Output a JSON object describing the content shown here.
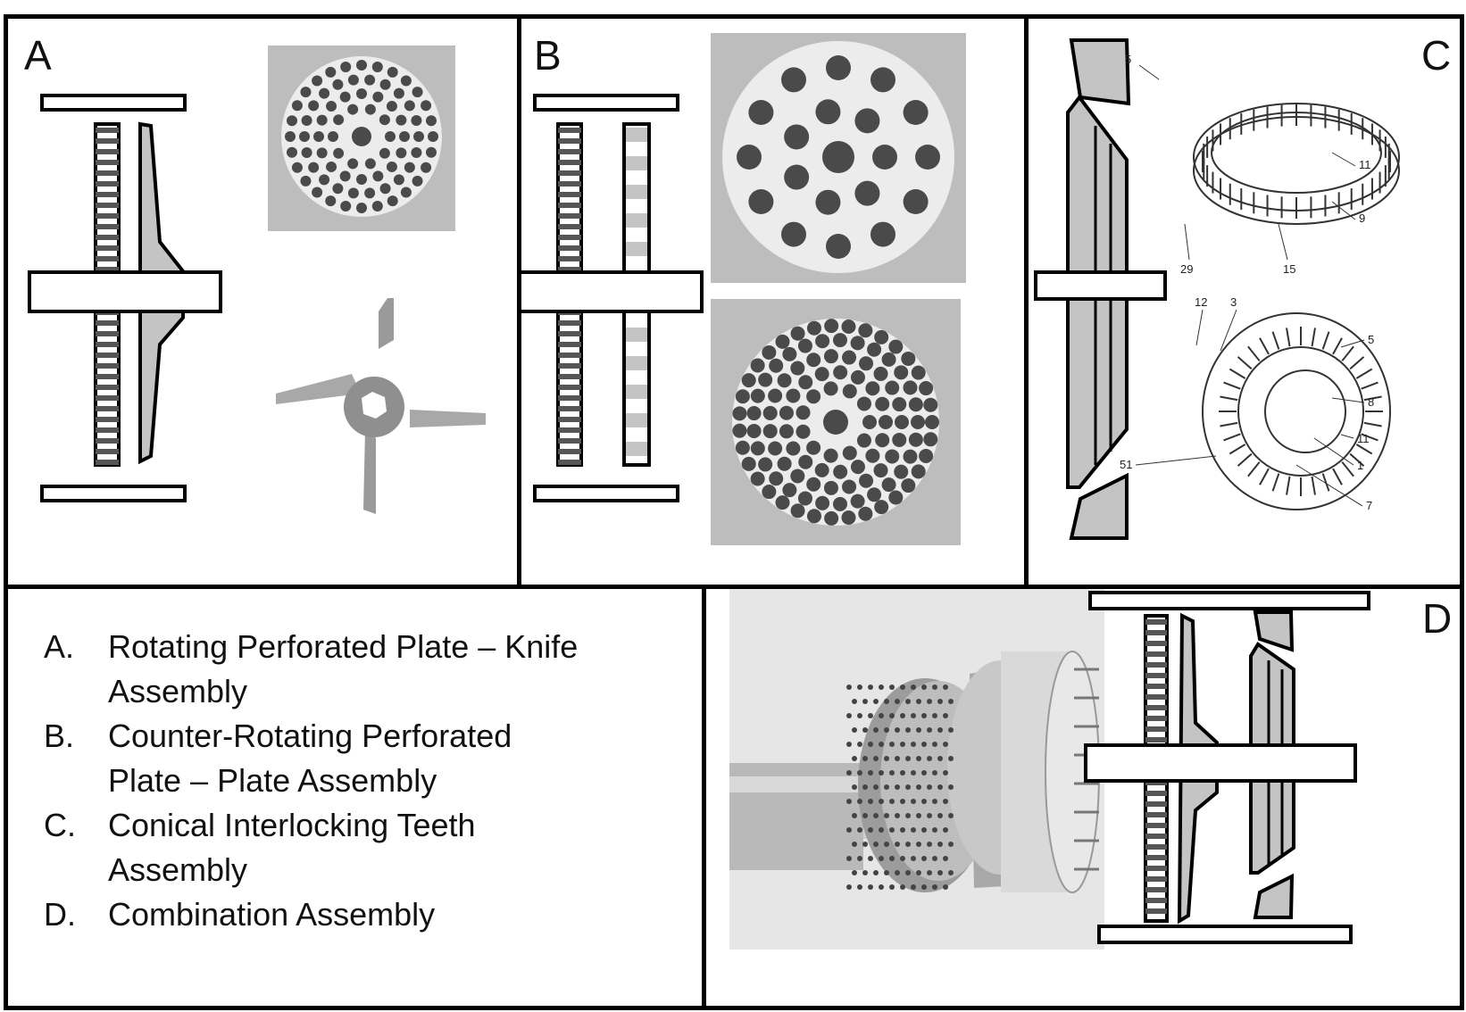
{
  "panels": {
    "a": {
      "letter": "A"
    },
    "b": {
      "letter": "B"
    },
    "c": {
      "letter": "C"
    },
    "d": {
      "letter": "D"
    }
  },
  "patent_labels": {
    "top": [
      "5",
      "11",
      "9",
      "29",
      "15"
    ],
    "bottom": [
      "12",
      "3",
      "5",
      "8",
      "11",
      "1",
      "51",
      "7"
    ]
  },
  "legend": {
    "items": [
      {
        "key": "A.",
        "line1": "Rotating Perforated Plate – Knife",
        "line2": "Assembly"
      },
      {
        "key": "B.",
        "line1": "Counter-Rotating Perforated",
        "line2": "Plate – Plate Assembly"
      },
      {
        "key": "C.",
        "line1": "Conical Interlocking Teeth",
        "line2": "Assembly"
      },
      {
        "key": "D.",
        "line1": "Combination Assembly",
        "line2": ""
      }
    ]
  },
  "colors": {
    "line": "#000000",
    "fill_grey": "#c4c4c4",
    "photo_bg": "#bdbdbd",
    "metal": "#e9e9e9"
  }
}
